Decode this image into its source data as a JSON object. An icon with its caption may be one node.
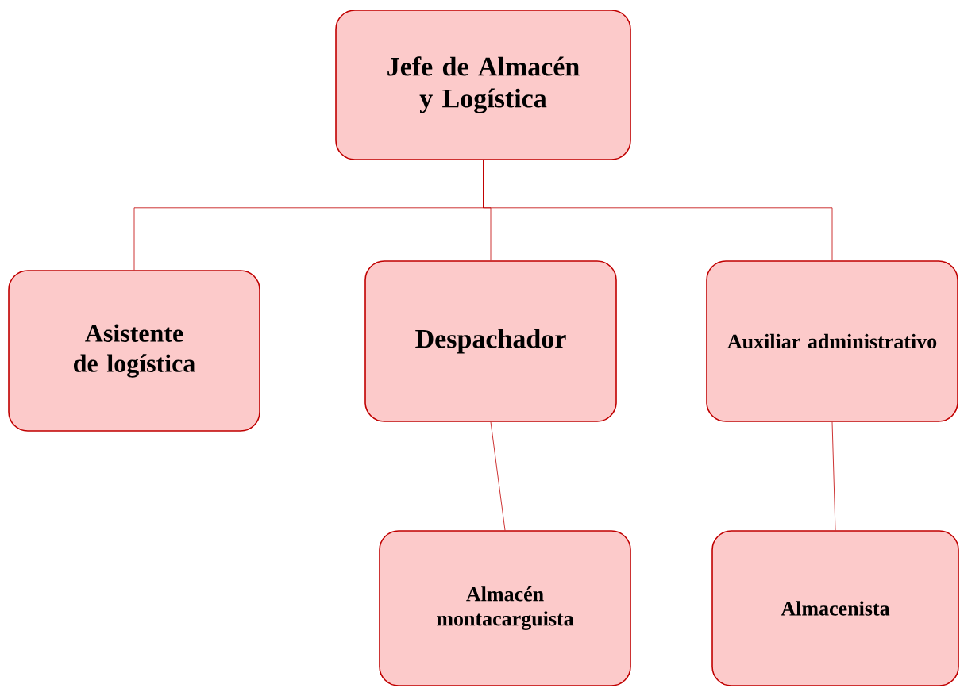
{
  "diagram": {
    "nodes": [
      {
        "text": [
          "Jefe de Almacén y Logística"
        ]
      },
      {
        "text": [
          "Asistente de logística"
        ]
      },
      {
        "text": [
          "Despachador"
        ]
      },
      {
        "text": [
          "Auxiliar administrativo"
        ]
      },
      {
        "text": [
          "Almacén montacarguista"
        ]
      },
      {
        "text": [
          "Almacenista"
        ]
      }
    ],
    "edges": [
      {
        "from": 0,
        "to": 1,
        "arrow": "none"
      },
      {
        "from": 0,
        "to": 2,
        "arrow": "none"
      },
      {
        "from": 0,
        "to": 3,
        "arrow": "none"
      },
      {
        "from": 2,
        "to": 4,
        "arrow": "none"
      },
      {
        "from": 3,
        "to": 5,
        "arrow": "none"
      }
    ]
  }
}
